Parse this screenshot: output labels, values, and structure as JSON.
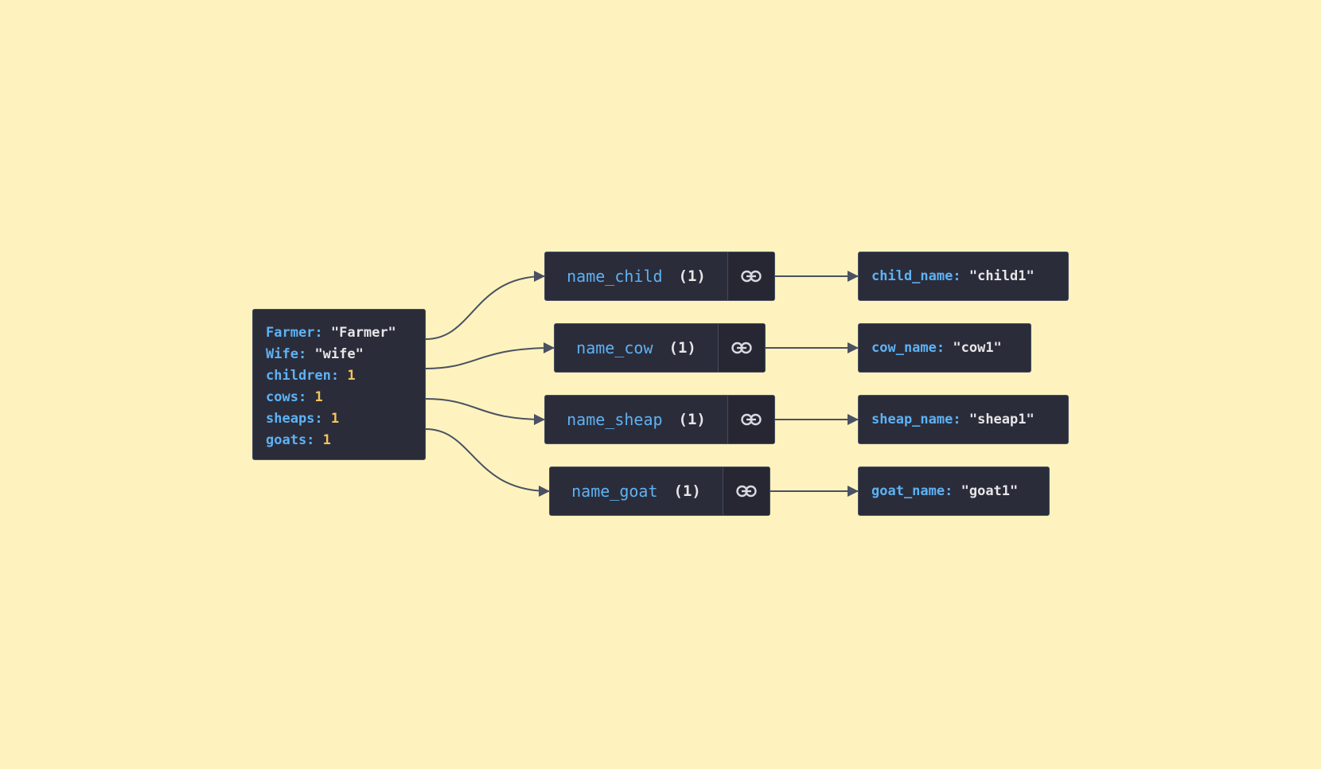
{
  "colors": {
    "background": "#fef3be",
    "node_fill": "#2b2c3a",
    "node_border": "#4a5163",
    "key": "#5db2f4",
    "string": "#e6e6e6",
    "number": "#f5c35c",
    "edge": "#4a5163"
  },
  "root": {
    "rows": [
      {
        "key": "Farmer:",
        "value": "\"Farmer\"",
        "type": "string"
      },
      {
        "key": "Wife:",
        "value": "\"wife\"",
        "type": "string"
      },
      {
        "key": "children:",
        "value": "1",
        "type": "number"
      },
      {
        "key": "cows:",
        "value": "1",
        "type": "number"
      },
      {
        "key": "sheaps:",
        "value": "1",
        "type": "number"
      },
      {
        "key": "goats:",
        "value": "1",
        "type": "number"
      }
    ]
  },
  "groups": [
    {
      "name": "name_child",
      "count": "(1)",
      "link_icon": "link-icon",
      "leaf_key": "child_name:",
      "leaf_value": "\"child1\""
    },
    {
      "name": "name_cow",
      "count": "(1)",
      "link_icon": "link-icon",
      "leaf_key": "cow_name:",
      "leaf_value": "\"cow1\""
    },
    {
      "name": "name_sheap",
      "count": "(1)",
      "link_icon": "link-icon",
      "leaf_key": "sheap_name:",
      "leaf_value": "\"sheap1\""
    },
    {
      "name": "name_goat",
      "count": "(1)",
      "link_icon": "link-icon",
      "leaf_key": "goat_name:",
      "leaf_value": "\"goat1\""
    }
  ]
}
